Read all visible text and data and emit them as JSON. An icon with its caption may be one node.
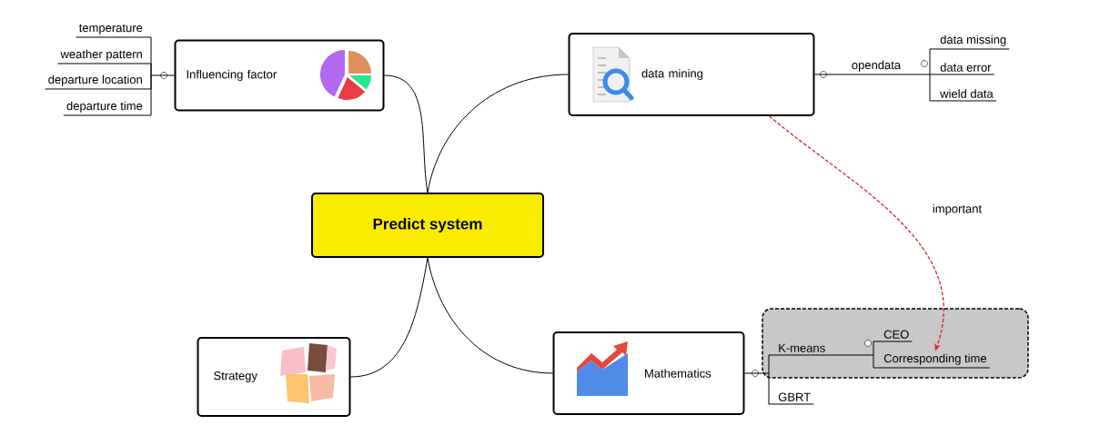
{
  "diagram": {
    "nodes": [
      {
        "text": [
          "Predict system"
        ]
      },
      {
        "text": [
          "Influencing factor"
        ]
      },
      {
        "text": [
          "temperature"
        ]
      },
      {
        "text": [
          "weather pattern"
        ]
      },
      {
        "text": [
          "departure location"
        ]
      },
      {
        "text": [
          "departure time"
        ]
      },
      {
        "text": [
          "data mining"
        ]
      },
      {
        "text": [
          "opendata"
        ]
      },
      {
        "text": [
          "data missing"
        ]
      },
      {
        "text": [
          "data error"
        ]
      },
      {
        "text": [
          "wield data"
        ]
      },
      {
        "text": [
          "Strategy"
        ]
      },
      {
        "text": [
          "Mathematics"
        ]
      },
      {
        "text": [],
        "shape": "box"
      },
      {
        "text": [
          "K-means"
        ],
        "in": 13
      },
      {
        "text": [
          "CEO"
        ],
        "in": 13
      },
      {
        "text": [
          "Corresponding time"
        ],
        "in": 13
      },
      {
        "text": [
          "GBRT"
        ]
      }
    ],
    "edges": [
      {
        "from": 0,
        "to": 1,
        "arrow": "none"
      },
      {
        "from": 0,
        "to": 6,
        "arrow": "none"
      },
      {
        "from": 0,
        "to": 11,
        "arrow": "none"
      },
      {
        "from": 0,
        "to": 12,
        "arrow": "none"
      },
      {
        "from": 1,
        "to": 2,
        "arrow": "none"
      },
      {
        "from": 1,
        "to": 3,
        "arrow": "none"
      },
      {
        "from": 1,
        "to": 4,
        "arrow": "none"
      },
      {
        "from": 1,
        "to": 5,
        "arrow": "none"
      },
      {
        "from": 6,
        "to": 7,
        "arrow": "none"
      },
      {
        "from": 7,
        "to": 8,
        "arrow": "none"
      },
      {
        "from": 7,
        "to": 9,
        "arrow": "none"
      },
      {
        "from": 7,
        "to": 10,
        "arrow": "none"
      },
      {
        "from": 12,
        "to": 14,
        "arrow": "none"
      },
      {
        "from": 12,
        "to": 17,
        "arrow": "none"
      },
      {
        "from": 14,
        "to": 15,
        "arrow": "none"
      },
      {
        "from": 14,
        "to": 16,
        "arrow": "none"
      },
      {
        "from": 6,
        "to": 16,
        "arrow": "to",
        "label": "important",
        "style": "dashed",
        "color": "#e02030"
      }
    ]
  }
}
